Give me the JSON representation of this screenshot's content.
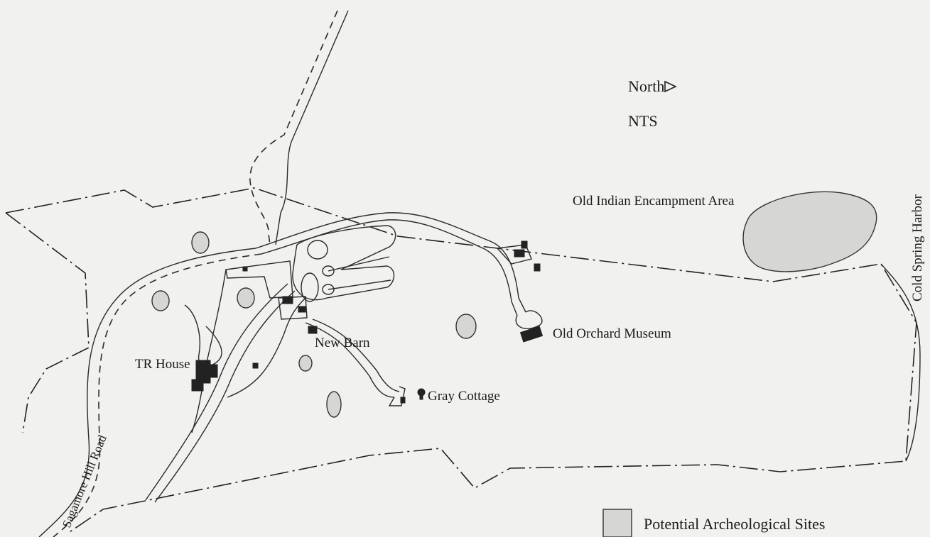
{
  "north_label": "North",
  "nts_label": "NTS",
  "labels": {
    "cold_spring_harbor": "Cold Spring Harbor",
    "old_indian_encampment": "Old Indian Encampment Area",
    "old_orchard_museum": "Old Orchard Museum",
    "new_barn": "New Barn",
    "tr_house": "TR House",
    "gray_cottage": "Gray Cottage",
    "sagamore_hill_road": "Sagamore Hill Road"
  },
  "legend": {
    "potential_sites": "Potential Archeological Sites"
  },
  "colors": {
    "background": "#f1f1ef",
    "site_fill": "#d6d6d4",
    "ink": "#222222"
  },
  "icons": {
    "north_arrow": "triangle-right-outline"
  }
}
